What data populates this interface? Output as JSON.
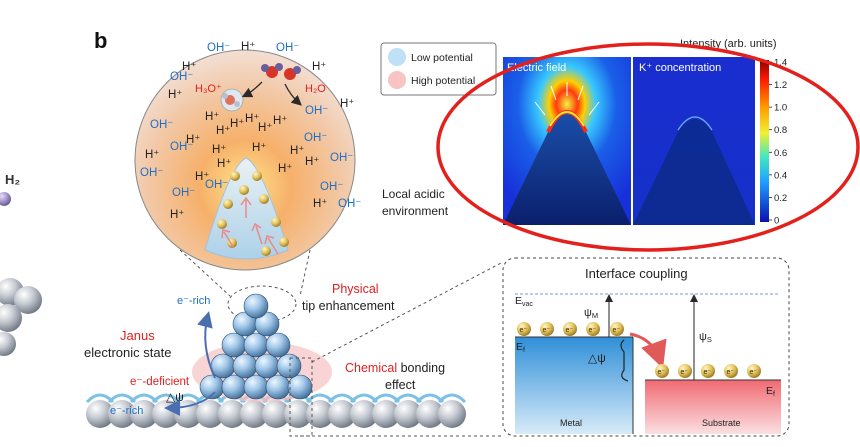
{
  "panel_letter": "b",
  "left_edge": {
    "h2_label": "H₂"
  },
  "circle": {
    "ions_blue": [
      "OH⁻",
      "OH⁻",
      "OH⁻",
      "OH⁻",
      "OH⁻",
      "OH⁻",
      "OH⁻",
      "OH⁻",
      "OH⁻",
      "OH⁻",
      "OH⁻",
      "OH⁻",
      "OH⁻"
    ],
    "ions_dark": [
      "H⁺",
      "H⁺",
      "H⁺",
      "H⁺",
      "H⁺",
      "H⁺",
      "H⁺",
      "H⁺",
      "H⁺",
      "H⁺",
      "H⁺",
      "H⁺",
      "H⁺",
      "H⁺",
      "H⁺",
      "H⁺",
      "H⁺",
      "H⁺",
      "H⁺",
      "H⁺",
      "H⁺",
      "H⁺"
    ],
    "h3o_label": "H₃O⁺",
    "h2o_label": "H₂O",
    "electron_label": "e⁻"
  },
  "legend": {
    "low": "Low potential",
    "high": "High potential",
    "low_color": "#bfe0f7",
    "high_color": "#f7c3c3"
  },
  "local_env": {
    "line1": "Local acidic",
    "line2": "environment"
  },
  "heatmap": {
    "intensity_title": "Intensity (arb. units)",
    "panel1_label": "Electric field",
    "panel2_label": "K⁺ concentration",
    "colorbar_ticks": [
      "1.4",
      "1.2",
      "1.0",
      "0.8",
      "0.6",
      "0.4",
      "0.2",
      "0"
    ]
  },
  "labels": {
    "janus": "Janus",
    "electronic_state": "electronic state",
    "e_rich_top": "e⁻-rich",
    "e_deficient": "e⁻-deficient",
    "delta_psi": "△ψ",
    "e_rich_bottom": "e⁻-rich",
    "physical": "Physical",
    "tip_enhancement": "tip enhancement",
    "chemical": "Chemical",
    "bonding": " bonding",
    "effect": "effect"
  },
  "interface": {
    "title": "Interface coupling",
    "evac": "E",
    "evac_sub": "vac",
    "psi_m": "ψ",
    "psi_m_sub": "M",
    "psi_s": "ψ",
    "psi_s_sub": "S",
    "ef": "E",
    "ef_sub": "f",
    "delta_psi": "△ψ",
    "metal": "Metal",
    "substrate": "Substrate",
    "electron": "e⁻"
  },
  "colors": {
    "blue_text": "#1f6fc4",
    "red_text": "#e02020",
    "oval": "#e3201b"
  }
}
